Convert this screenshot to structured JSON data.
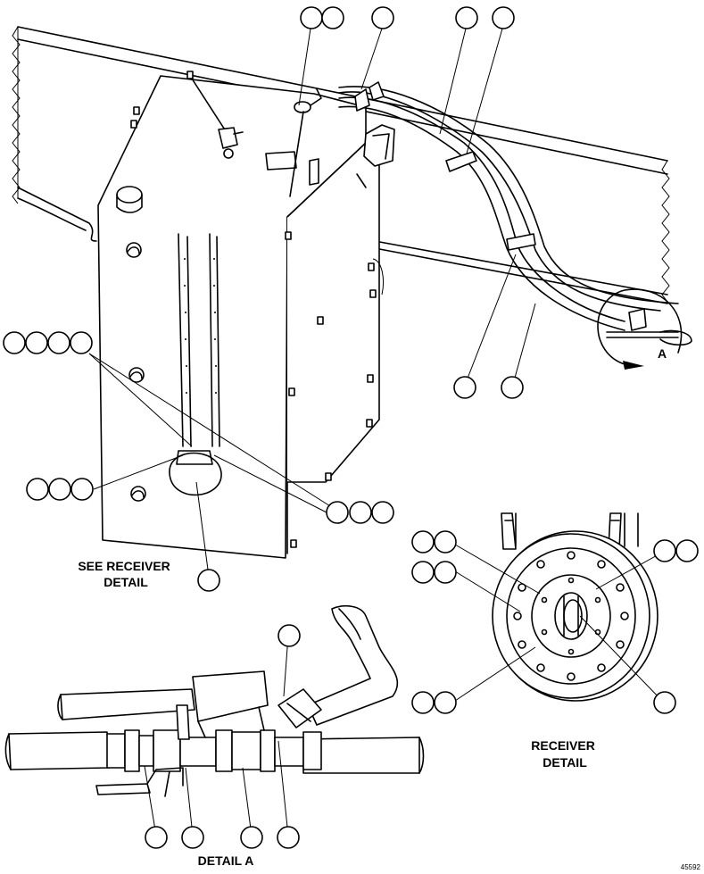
{
  "figure": {
    "labels": {
      "see_receiver": [
        "SEE RECEIVER",
        "DETAIL"
      ],
      "receiver": [
        "RECEIVER",
        "DETAIL"
      ],
      "detail_a": "DETAIL A",
      "view_arrow": "A",
      "figure_number": "45592"
    }
  }
}
